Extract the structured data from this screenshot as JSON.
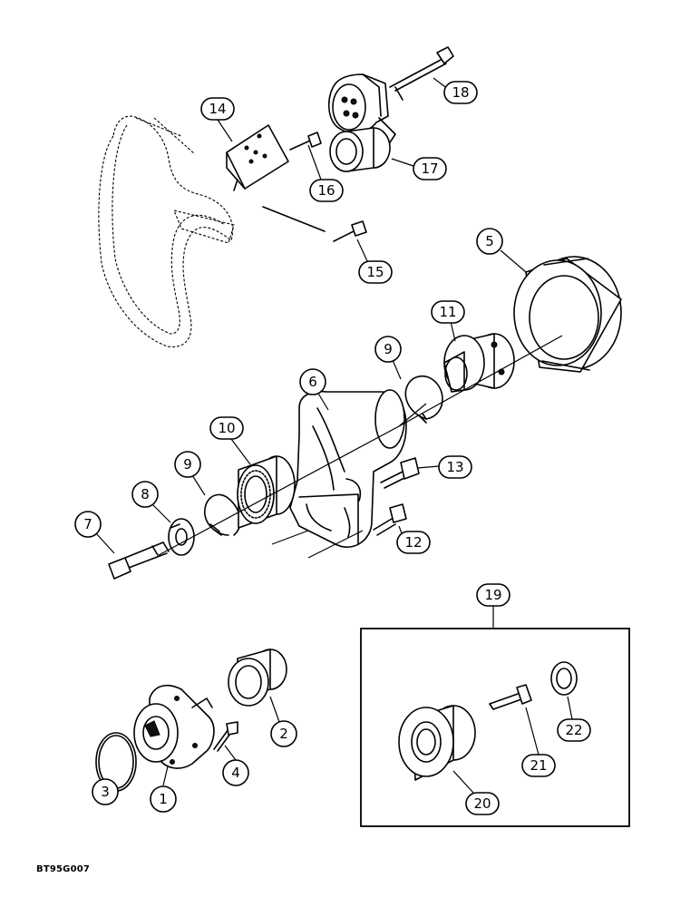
{
  "callouts": {
    "c1": "1",
    "c2": "2",
    "c3": "3",
    "c4": "4",
    "c5": "5",
    "c6": "6",
    "c7": "7",
    "c8": "8",
    "c9a": "9",
    "c9b": "9",
    "c10": "10",
    "c11": "11",
    "c12": "12",
    "c13": "13",
    "c14": "14",
    "c15": "15",
    "c16": "16",
    "c17": "17",
    "c18": "18",
    "c19": "19",
    "c20": "20",
    "c21": "21",
    "c22": "22"
  },
  "reference_code": "BT95G007"
}
